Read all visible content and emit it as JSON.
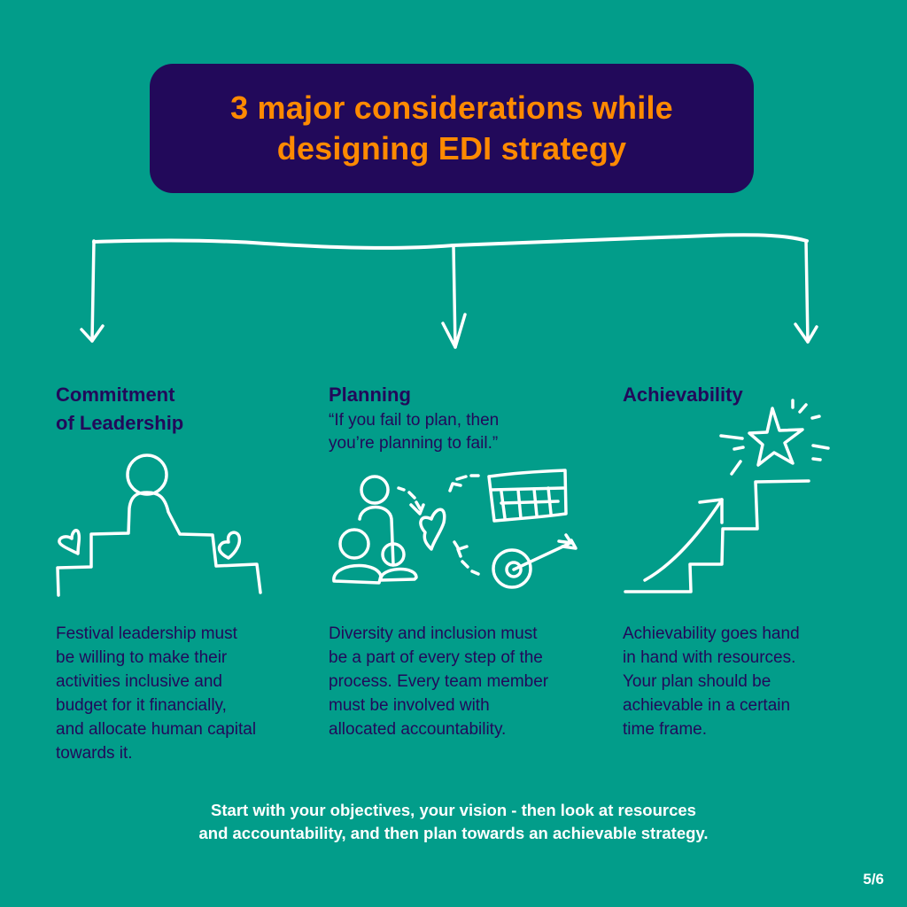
{
  "header": {
    "title_line1": "3 major considerations while",
    "title_line2": "designing EDI strategy"
  },
  "columns": [
    {
      "heading_line1": "Commitment",
      "heading_line2": "of Leadership",
      "icon": "leader-on-podium-with-hearts-icon",
      "description": [
        "Festival leadership must",
        "be willing to make their",
        "activities inclusive and",
        "budget for it financially,",
        "and allocate human capital",
        "towards it."
      ]
    },
    {
      "heading_line1": "Planning",
      "quote_line1": "“If you fail to plan, then",
      "quote_line2": "you’re planning to fail.”",
      "icon": "team-heart-calendar-target-icon",
      "description": [
        "Diversity and inclusion must",
        "be a part of every step of the",
        "process. Every team member",
        "must be involved with",
        "allocated accountability."
      ]
    },
    {
      "heading_line1": "Achievability",
      "icon": "stairs-arrow-star-icon",
      "description": [
        "Achievability goes hand",
        "in hand with resources.",
        "Your plan should be",
        "achievable in a certain",
        "time frame."
      ]
    }
  ],
  "footer": {
    "line1": "Start with your objectives, your vision - then look at resources",
    "line2": "and accountability, and then plan towards an achievable strategy."
  },
  "page_indicator": "5/6",
  "colors": {
    "background": "#029D8A",
    "title_box": "#22095A",
    "title_text": "#FF8A00",
    "body_text": "#22095A",
    "drawing": "#FFFFFF"
  }
}
